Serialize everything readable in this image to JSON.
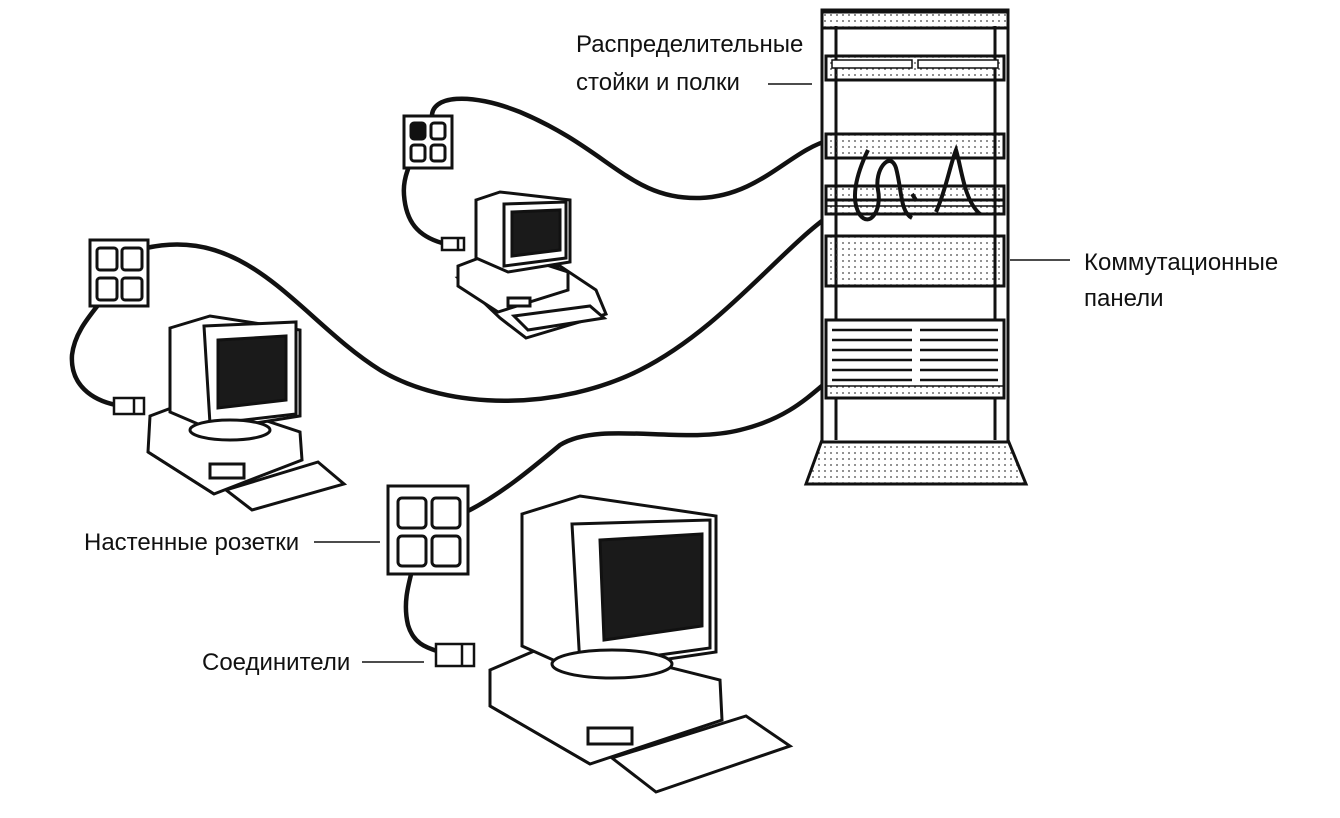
{
  "labels": {
    "racks_line1": "Распределительные",
    "racks_line2": "стойки и полки",
    "patch_line1": "Коммутационные",
    "patch_line2": "панели",
    "wall_outlets": "Настенные розетки",
    "connectors": "Соединители"
  },
  "colors": {
    "ink": "#111111",
    "paper": "#ffffff",
    "screen": "#1a1a1a"
  },
  "icons": [
    "distribution-rack",
    "patch-panel",
    "wall-outlet",
    "rj45-connector",
    "desktop-computer",
    "network-cable"
  ]
}
